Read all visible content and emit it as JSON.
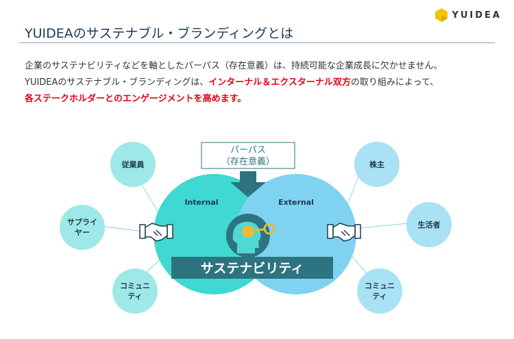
{
  "logo": {
    "text": "YUIDEA"
  },
  "title": "YUIDEAのサステナブル・ブランディングとは",
  "body": {
    "line1": "企業のサステナビリティなどを軸としたパーパス（存在意義）は、持続可能な企業成長に欠かせません。",
    "line2_pre": "YUIDEAのサステナブル・ブランディングは、",
    "line2_red": "インターナル＆エクスターナル双方",
    "line2_post": "の取り組みによって、",
    "line3_red": "各ステークホルダーとのエンゲージメントを高めます。"
  },
  "diagram": {
    "purpose_line1": "パーパス",
    "purpose_line2": "（存在意義）",
    "internal_label": "Internal",
    "external_label": "External",
    "sustainability_label": "サステナビリティ",
    "left_nodes": {
      "employees": "従業員",
      "supplier_line1": "サプライ",
      "supplier_line2": "ヤー",
      "community_line1": "コミュニ",
      "community_line2": "ティ"
    },
    "right_nodes": {
      "shareholders": "株主",
      "consumers": "生活者",
      "community_line1": "コミュニ",
      "community_line2": "ティ"
    },
    "colors": {
      "internal_circle": "#40d8d2",
      "external_circle": "#7fd3f1",
      "node_left": "#9fe8e8",
      "node_right": "#a9e2f5",
      "banner": "#2d7380",
      "arrow": "#2d7380",
      "accent_red": "#e60012",
      "logo_yellow": "#f5c400"
    }
  }
}
